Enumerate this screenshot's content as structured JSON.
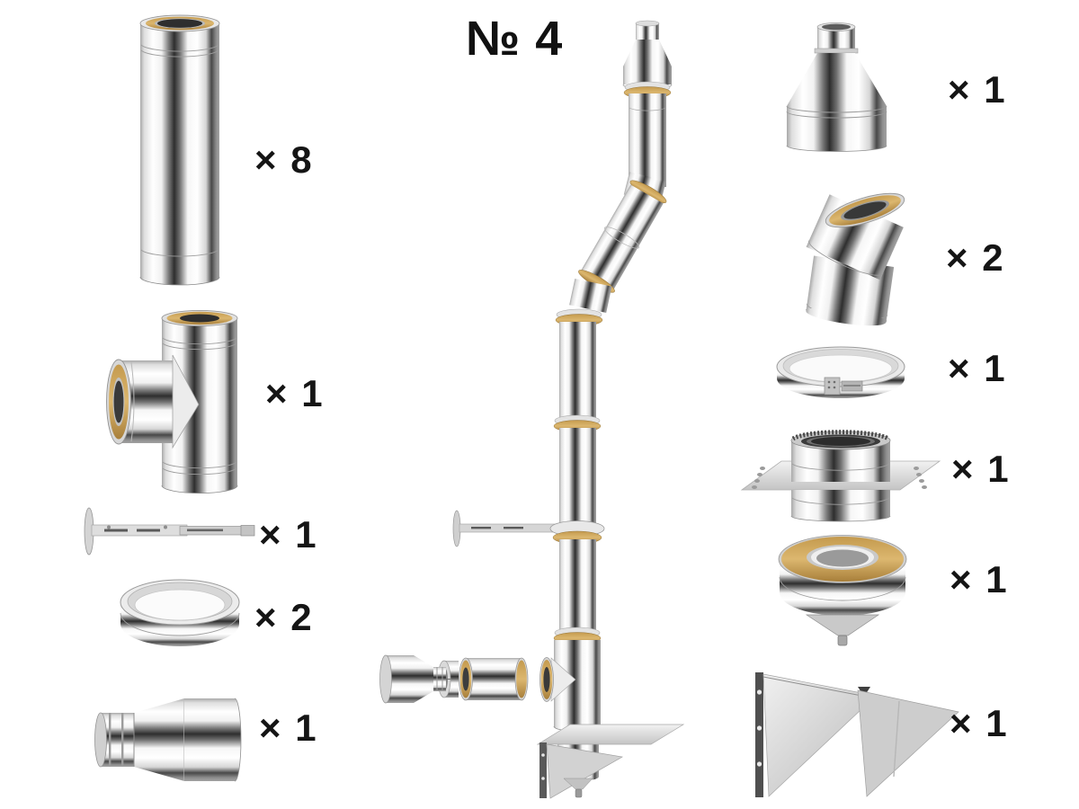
{
  "kit": {
    "title": "№ 4",
    "left_column": [
      {
        "part": "insulated-straight-pipe",
        "qty": "× 8"
      },
      {
        "part": "insulated-tee-90",
        "qty": "× 1"
      },
      {
        "part": "telescopic-wall-bracket-rod",
        "qty": "× 1"
      },
      {
        "part": "pipe-collar-ring",
        "qty": "× 2"
      },
      {
        "part": "reducer-adapter",
        "qty": "× 1"
      }
    ],
    "right_column": [
      {
        "part": "top-cone-terminal",
        "qty": "× 1"
      },
      {
        "part": "insulated-elbow-bend",
        "qty": "× 2"
      },
      {
        "part": "locking-band-clamp",
        "qty": "× 1"
      },
      {
        "part": "wall-pass-through-plate",
        "qty": "× 1"
      },
      {
        "part": "condensate-drain-cap",
        "qty": "× 1"
      },
      {
        "part": "triangular-wall-brackets-pair",
        "qty": "× 1"
      }
    ],
    "center": {
      "part": "assembled-flue-chimney-diagram"
    }
  },
  "colors": {
    "background": "#ffffff",
    "text": "#151515",
    "insulation_gold": "#c9a052",
    "steel_light": "#f6f6f6",
    "steel_dark": "#2e2e2e"
  }
}
